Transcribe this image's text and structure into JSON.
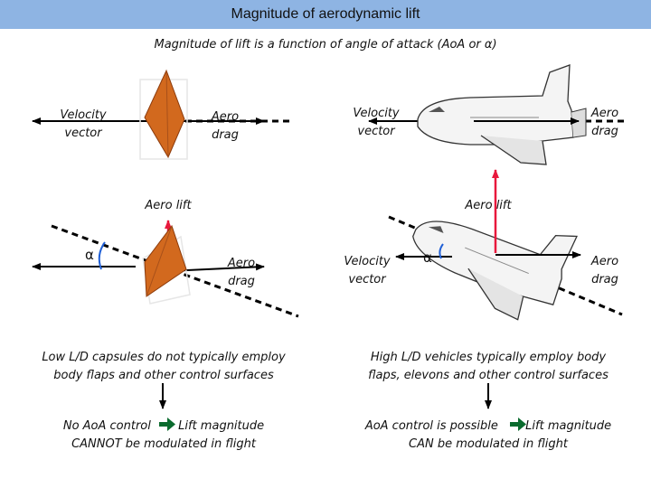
{
  "header": {
    "title": "Magnitude of aerodynamic lift"
  },
  "subtitle": "Magnitude of lift is a function of angle of attack (AoA or α)",
  "capsule_top": {
    "velocity_label": "Velocity\nvector",
    "drag_label": "Aero\ndrag"
  },
  "capsule_bottom": {
    "lift_label": "Aero lift",
    "alpha_label": "α",
    "drag_label": "Aero\ndrag"
  },
  "shuttle_top": {
    "velocity_label": "Velocity\nvector",
    "drag_label": "Aero\ndrag"
  },
  "shuttle_bottom": {
    "lift_label": "Aero lift",
    "velocity_label": "Velocity\nvector",
    "alpha_label": "α",
    "drag_label": "Aero\ndrag"
  },
  "left_column": {
    "description": "Low L/D capsules do not typically employ\nbody flaps and other control surfaces",
    "conclusion_part1": "No AoA control ",
    "conclusion_part2": " Lift magnitude",
    "conclusion_line2": "CANNOT be modulated in flight"
  },
  "right_column": {
    "description": "High L/D vehicles typically employ body\nflaps, elevons and other control surfaces",
    "conclusion_part1": "AoA control is possible ",
    "conclusion_part2": " Lift magnitude",
    "conclusion_line2": "CAN be modulated in flight"
  },
  "colors": {
    "header_bg": "#8eb4e3",
    "lift_arrow": "#e8183c",
    "capsule": "#d2691e",
    "alpha_arc": "#1f5fd6",
    "arrow_black": "#000000"
  }
}
